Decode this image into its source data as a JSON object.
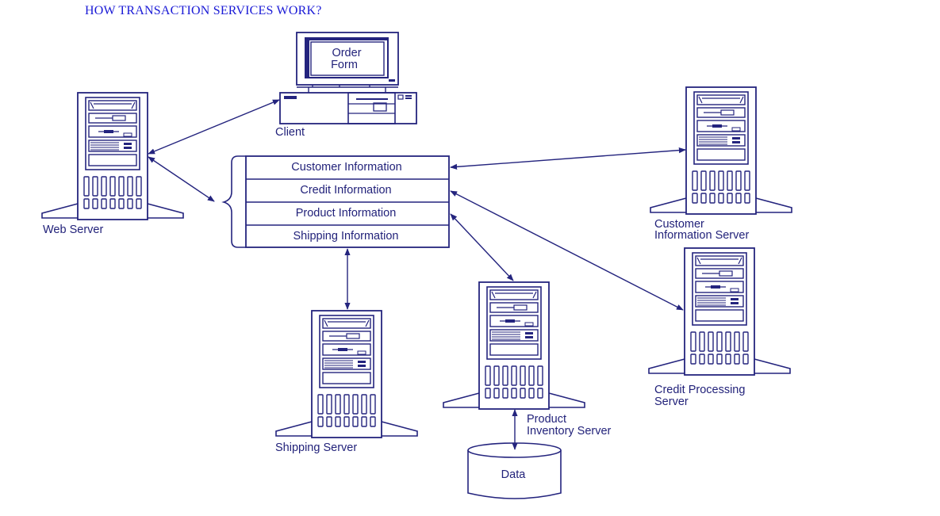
{
  "title": "HOW TRANSACTION SERVICES WORK?",
  "colors": {
    "title": "#1a1ad6",
    "stroke": "#24247e",
    "text": "#22227a",
    "background": "#ffffff"
  },
  "client": {
    "label": "Client",
    "screen_line1": "Order",
    "screen_line2": "Form"
  },
  "info_box": {
    "rows": [
      "Customer Information",
      "Credit Information",
      "Product Information",
      "Shipping Information"
    ]
  },
  "servers": {
    "web": {
      "label_lines": [
        "Web Server"
      ]
    },
    "customer_info": {
      "label_lines": [
        "Customer",
        "Information Server"
      ]
    },
    "credit": {
      "label_lines": [
        "Credit Processing",
        "Server"
      ]
    },
    "product_inventory": {
      "label_lines": [
        "Product",
        "Inventory Server"
      ]
    },
    "shipping": {
      "label_lines": [
        "Shipping Server"
      ]
    }
  },
  "database": {
    "label": "Data"
  },
  "connections": [
    {
      "from": "Web Server",
      "to": "Client",
      "type": "bidirectional"
    },
    {
      "from": "Web Server",
      "to": "Information Set",
      "type": "bidirectional"
    },
    {
      "from": "Customer Information",
      "to": "Customer Information Server",
      "type": "bidirectional"
    },
    {
      "from": "Credit Information",
      "to": "Credit Processing Server",
      "type": "bidirectional"
    },
    {
      "from": "Product Information",
      "to": "Product Inventory Server",
      "type": "bidirectional"
    },
    {
      "from": "Shipping Information",
      "to": "Shipping Server",
      "type": "bidirectional"
    },
    {
      "from": "Product Inventory Server",
      "to": "Data",
      "type": "bidirectional"
    }
  ]
}
